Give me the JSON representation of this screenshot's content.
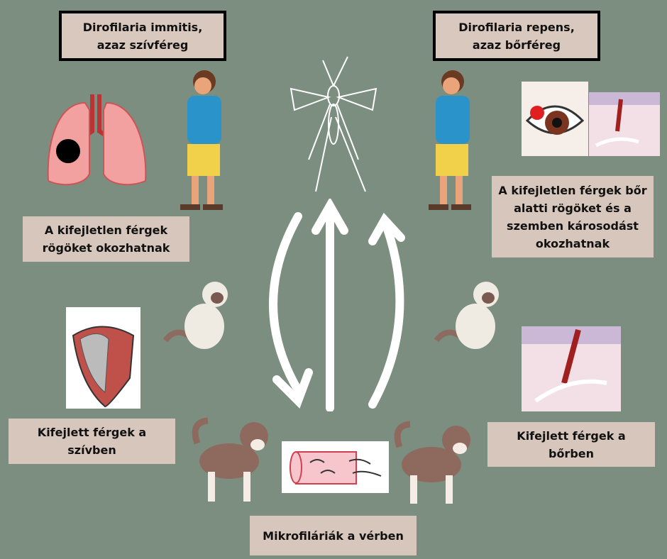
{
  "titles": {
    "left": {
      "line1": "Dirofilaria immitis,",
      "line2": "azaz szívféreg"
    },
    "right": {
      "line1": "Dirofilaria repens,",
      "line2": "azaz bőrféreg"
    }
  },
  "captions": {
    "left_immature": {
      "line1": "A kifejletlen férgek",
      "line2": "rögöket okozhatnak"
    },
    "right_immature": {
      "line1": "A kifejletlen férgek bőr",
      "line2": "alatti rögöket  és a",
      "line3": "szemben károsodást",
      "line4": "okozhatnak"
    },
    "heart_adult": {
      "line1": "Kifejlett férgek a",
      "line2": "szívben"
    },
    "skin_adult": {
      "line1": "Kifejlett férgek a",
      "line2": "bőrben"
    },
    "blood": {
      "line1": "Mikrofiláriák a vérben"
    }
  },
  "colors": {
    "background": "#7b8e80",
    "box": "#d7c6bb",
    "border": "#000000"
  }
}
